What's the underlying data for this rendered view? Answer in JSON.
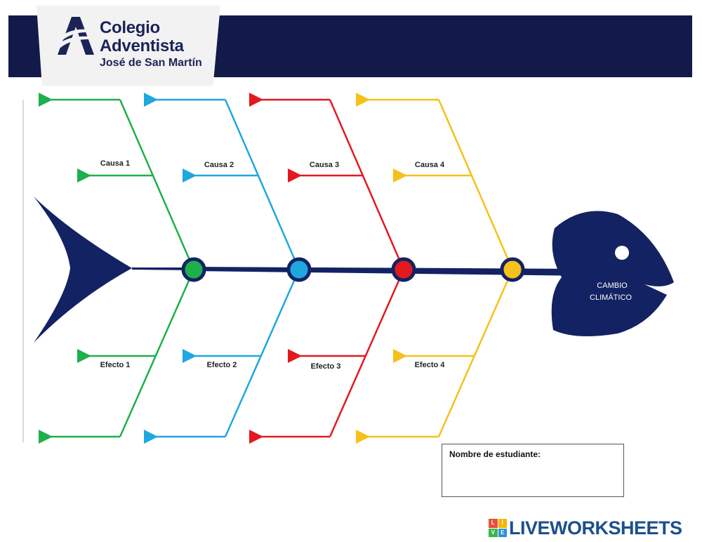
{
  "header": {
    "logo_line1": "Colegio",
    "logo_line2": "Adventista",
    "logo_line3": "José de San Martín"
  },
  "diagram": {
    "head_line1": "CAMBIO",
    "head_line2": "CLIMÁTICO",
    "branches": [
      {
        "cause": "Causa 1",
        "effect": "Efecto 1",
        "color": "#1db04b"
      },
      {
        "cause": "Causa 2",
        "effect": "Efecto 2",
        "color": "#1fa7e0"
      },
      {
        "cause": "Causa 3",
        "effect": "Efecto 3",
        "color": "#e3191f"
      },
      {
        "cause": "Causa 4",
        "effect": "Efecto 4",
        "color": "#f5c11a"
      }
    ],
    "spine_color": "#132262"
  },
  "student": {
    "label": "Nombre de estudiante:"
  },
  "watermark": {
    "text": "LIVEWORKSHEETS",
    "icon_letters": [
      "L",
      "I",
      "V",
      "E"
    ]
  }
}
